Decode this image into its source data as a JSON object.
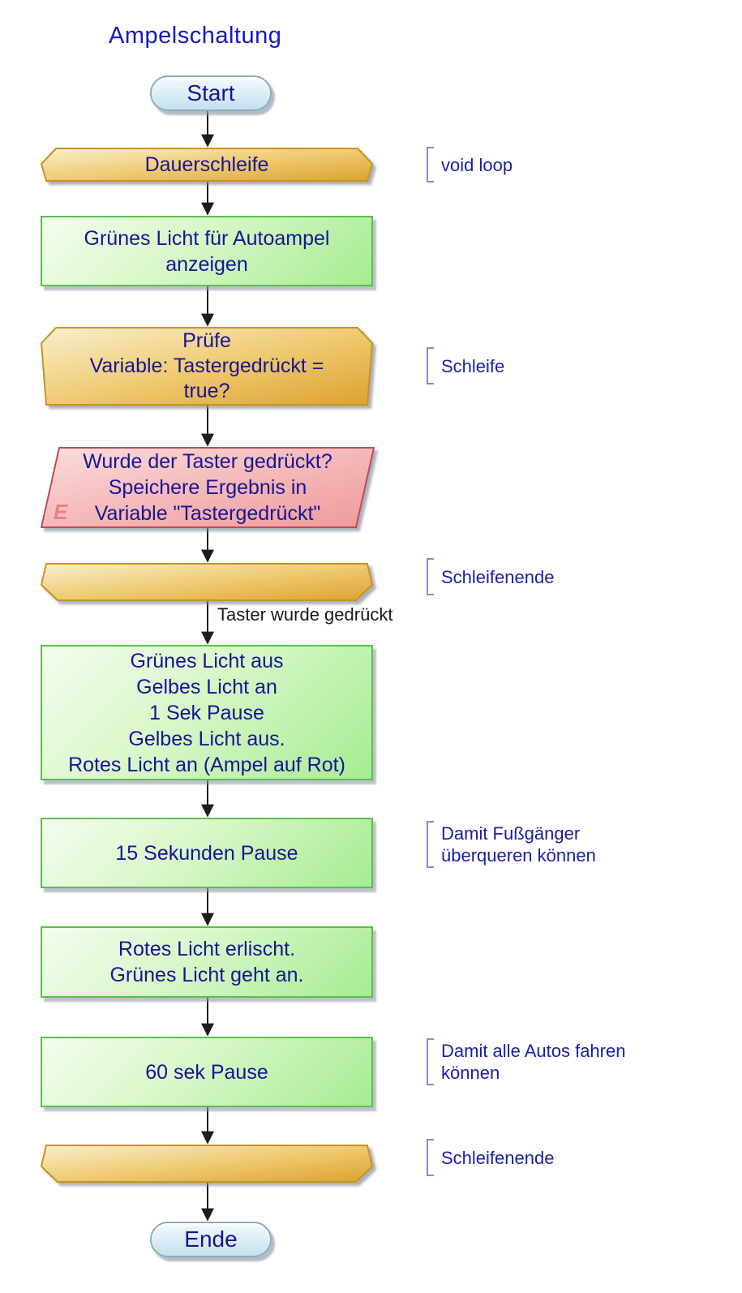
{
  "title": "Ampelschaltung",
  "flow": {
    "start": {
      "label": "Start"
    },
    "loop_forever": {
      "label": "Dauerschleife",
      "comment": "void loop"
    },
    "show_green": {
      "line1": "Grünes Licht für Autoampel",
      "line2": "anzeigen"
    },
    "check_loop": {
      "line1": "Prüfe",
      "line2": "Variable: Tastergedrückt =",
      "line3": "true?",
      "comment": "Schleife"
    },
    "read_button": {
      "line1": "Wurde der Taster gedrückt?",
      "line2": "Speichere Ergebnis in",
      "line3": "Variable \"Tastergedrückt\"",
      "badge": "E"
    },
    "check_loop_end": {
      "comment": "Schleifenende"
    },
    "edge_label": "Taster wurde gedrückt",
    "switch_to_red": {
      "line1": "Grünes Licht aus",
      "line2": "Gelbes Licht an",
      "line3": "1 Sek Pause",
      "line4": "Gelbes Licht aus.",
      "line5": "Rotes Licht an (Ampel auf Rot)"
    },
    "wait_15": {
      "label": "15 Sekunden Pause",
      "comment_line1": "Damit Fußgänger",
      "comment_line2": "überqueren können"
    },
    "back_to_green": {
      "line1": "Rotes Licht erlischt.",
      "line2": "Grünes Licht geht an."
    },
    "wait_60": {
      "label": "60 sek Pause",
      "comment_line1": "Damit alle Autos fahren",
      "comment_line2": "können"
    },
    "main_loop_end": {
      "comment": "Schleifenende"
    },
    "end": {
      "label": "Ende"
    }
  },
  "colors": {
    "title_text": "#1518c0",
    "node_text": "#181593",
    "comment_text": "#1c1ca8",
    "comment_bracket": "#8a8ad0",
    "terminal_fill": "#ddeef6",
    "terminal_border": "#8cacbe",
    "process_fill": "#c2f2ae",
    "process_border": "#58c24a",
    "loop_fill": "#ecc25c",
    "loop_border": "#c9941c",
    "io_fill": "#f3b4b4",
    "io_border": "#c04a5a",
    "io_badge": "#ec8080",
    "edge_label_text": "#1a1a1a",
    "arrow": "#1c1c1c"
  }
}
